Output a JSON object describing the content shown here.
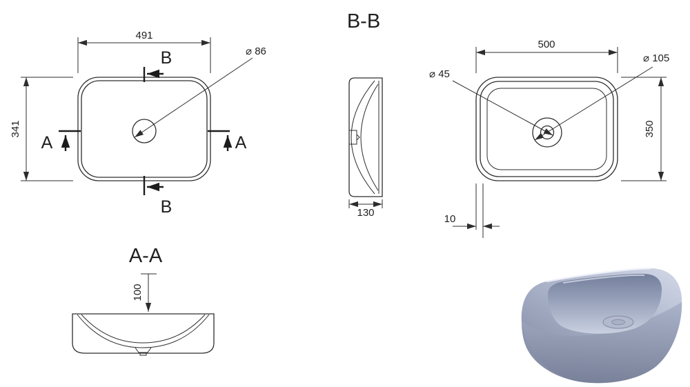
{
  "drawing": {
    "titles": {
      "section_bb": "B-B",
      "section_aa": "A-A"
    },
    "plan_view": {
      "width": "491",
      "height": "341",
      "drain_diameter": "⌀ 86",
      "section_a": "A",
      "section_b": "B"
    },
    "bb_section": {
      "width": "130"
    },
    "bottom_view": {
      "width": "500",
      "height": "350",
      "drain_inner": "⌀ 45",
      "drain_outer": "⌀ 105",
      "rim_offset": "10"
    },
    "aa_section": {
      "depth": "100"
    },
    "colors": {
      "line": "#2d2d2d",
      "sink_top": "#ccd2e2",
      "sink_body": "#8b94ac",
      "sink_interior": "#7d87a2"
    }
  }
}
